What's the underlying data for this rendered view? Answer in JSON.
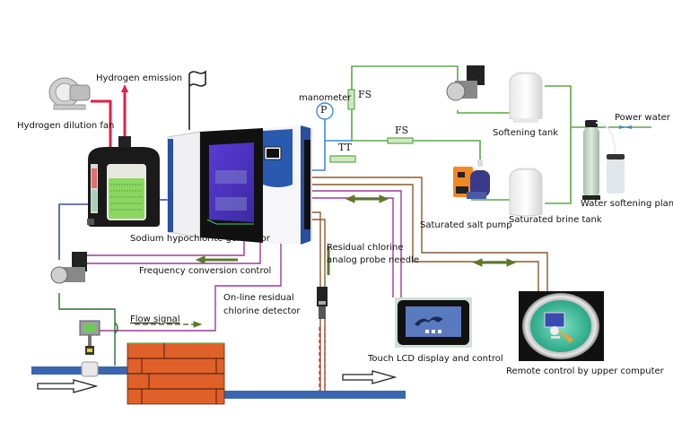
{
  "diagram": {
    "title": "Sodium hypochlorite generator system",
    "colors": {
      "hydrogen_line": "#e0204a",
      "water_line": "#3a4fa8",
      "softened_line": "#5aa84a",
      "signal_line": "#a0389a",
      "control_line": "#8a5a30",
      "manometer_line": "#3a8ad8",
      "arrow_green": "#5a7a2a",
      "pipe_blue": "#3a66b0",
      "brick": "#e0602a"
    },
    "labels": {
      "hydrogen_emission": "Hydrogen emission",
      "hydrogen_dilution_fan": "Hydrogen dilution fan",
      "manometer": "manometer",
      "manometer_symbol": "P",
      "fs_top": "FS",
      "fs_mid": "FS",
      "tt": "TT",
      "power_water": "Power water",
      "softening_tank": "Softening tank",
      "water_softening_plant": "Water softening plant",
      "saturated_salt_pump": "Saturated salt pump",
      "saturated_brine_tank": "Saturated brine tank",
      "sodium_hypochlorite_generator": "Sodium hypochlorite generator",
      "frequency_conversion_control": "Frequency conversion control",
      "residual_chlorine_probe_line1": "Residual chlorine",
      "residual_chlorine_probe_line2": "analog probe needle",
      "online_detector_line1": "On-line residual",
      "online_detector_line2": "chlorine detector",
      "flow_signal": "Flow signal",
      "touch_lcd": "Touch LCD display and control",
      "remote_control": "Remote control by upper computer"
    }
  }
}
